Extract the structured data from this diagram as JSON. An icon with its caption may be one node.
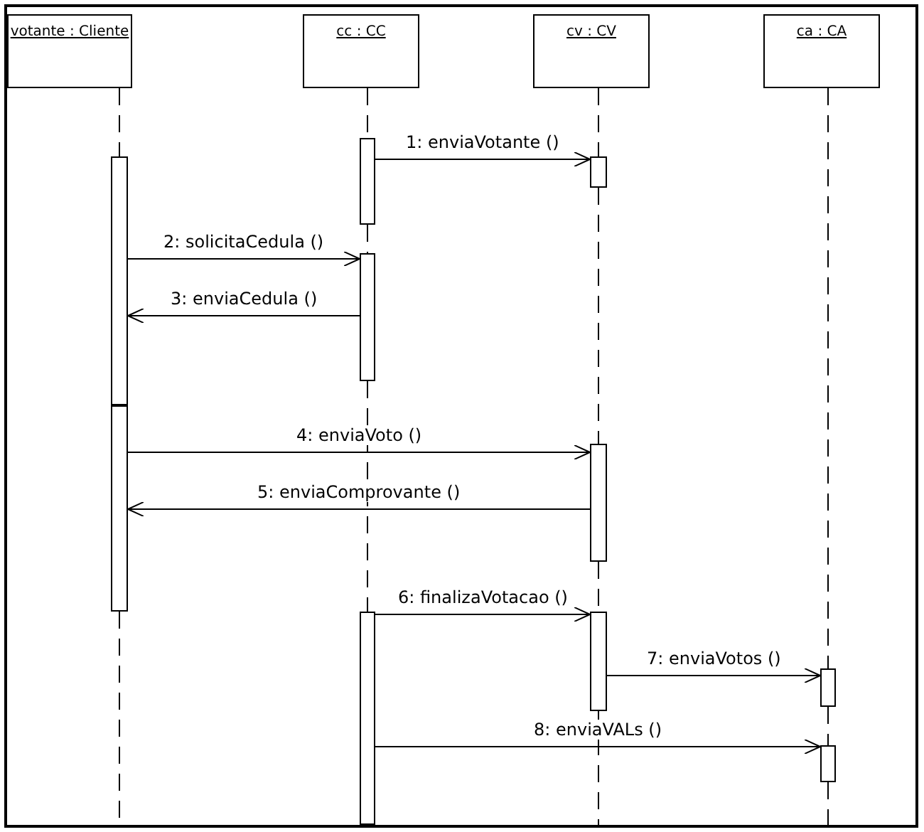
{
  "diagram": {
    "nodes": [
      {
        "text": [
          "votante : Cliente"
        ]
      },
      {
        "text": [
          "cc : CC"
        ]
      },
      {
        "text": [
          "cv : CV"
        ]
      },
      {
        "text": [
          "ca : CA"
        ]
      },
      {
        "text": [],
        "shape": "bar"
      },
      {
        "text": [],
        "shape": "bar"
      },
      {
        "text": [],
        "shape": "bar"
      },
      {
        "text": [],
        "shape": "bar"
      },
      {
        "text": [],
        "shape": "bar"
      },
      {
        "text": [],
        "shape": "bar"
      },
      {
        "text": [],
        "shape": "bar"
      },
      {
        "text": [],
        "shape": "bar"
      },
      {
        "text": [],
        "shape": "bar"
      },
      {
        "text": [],
        "shape": "bar"
      }
    ],
    "edges": [
      {
        "from": 6,
        "to": 9,
        "arrow": "to",
        "label": "1: enviaVotante ()"
      },
      {
        "from": 4,
        "to": 7,
        "arrow": "to",
        "label": "2: solicitaCedula ()"
      },
      {
        "from": 7,
        "to": 4,
        "arrow": "to",
        "label": "3: enviaCedula ()"
      },
      {
        "from": 5,
        "to": 10,
        "arrow": "to",
        "label": "4: enviaVoto ()"
      },
      {
        "from": 10,
        "to": 5,
        "arrow": "to",
        "label": "5: enviaComprovante ()"
      },
      {
        "from": 8,
        "to": 11,
        "arrow": "to",
        "label": "6: finalizaVotacao ()"
      },
      {
        "from": 11,
        "to": 12,
        "arrow": "to",
        "label": "7: enviaVotos ()"
      },
      {
        "from": 8,
        "to": 13,
        "arrow": "to",
        "label": "8: enviaVALs ()"
      },
      {
        "from": 0,
        "to": 4,
        "arrow": "none",
        "style": "dashed"
      },
      {
        "from": 5,
        "to": null,
        "arrow": "none",
        "style": "dashed"
      },
      {
        "from": 1,
        "to": 6,
        "arrow": "none",
        "style": "dashed"
      },
      {
        "from": 6,
        "to": 7,
        "arrow": "none",
        "style": "dashed"
      },
      {
        "from": 7,
        "to": 8,
        "arrow": "none",
        "style": "dashed"
      },
      {
        "from": 2,
        "to": 9,
        "arrow": "none",
        "style": "dashed"
      },
      {
        "from": 9,
        "to": 10,
        "arrow": "none",
        "style": "dashed"
      },
      {
        "from": 10,
        "to": 11,
        "arrow": "none",
        "style": "dashed"
      },
      {
        "from": 11,
        "to": null,
        "arrow": "none",
        "style": "dashed"
      },
      {
        "from": 3,
        "to": 12,
        "arrow": "none",
        "style": "dashed"
      },
      {
        "from": 12,
        "to": 13,
        "arrow": "none",
        "style": "dashed"
      },
      {
        "from": 13,
        "to": null,
        "arrow": "none",
        "style": "dashed"
      }
    ]
  }
}
